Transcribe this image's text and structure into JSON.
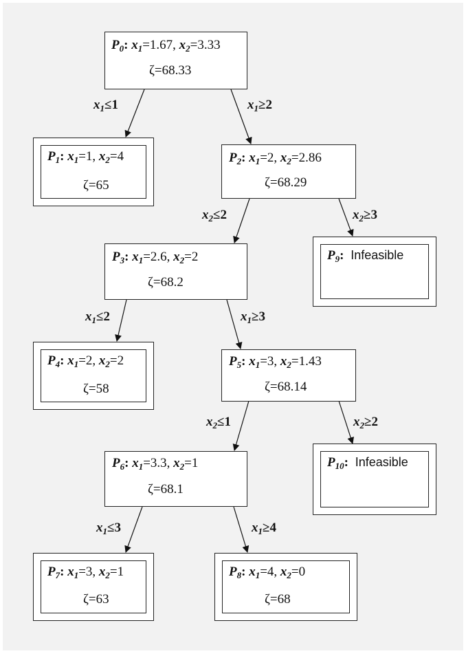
{
  "nodes": {
    "p0": {
      "name": "P",
      "idx": "0",
      "x1": "1.67",
      "x2": "3.33",
      "z": "68.33"
    },
    "p1": {
      "name": "P",
      "idx": "1",
      "x1": "1",
      "x2": "4",
      "z": "65"
    },
    "p2": {
      "name": "P",
      "idx": "2",
      "x1": "2",
      "x2": "2.86",
      "z": "68.29"
    },
    "p3": {
      "name": "P",
      "idx": "3",
      "x1": "2.6",
      "x2": "2",
      "z": "68.2"
    },
    "p4": {
      "name": "P",
      "idx": "4",
      "x1": "2",
      "x2": "2",
      "z": "58"
    },
    "p5": {
      "name": "P",
      "idx": "5",
      "x1": "3",
      "x2": "1.43",
      "z": "68.14"
    },
    "p6": {
      "name": "P",
      "idx": "6",
      "x1": "3.3",
      "x2": "1",
      "z": "68.1"
    },
    "p7": {
      "name": "P",
      "idx": "7",
      "x1": "3",
      "x2": "1",
      "z": "63"
    },
    "p8": {
      "name": "P",
      "idx": "8",
      "x1": "4",
      "x2": "0",
      "z": "68"
    },
    "p9": {
      "name": "P",
      "idx": "9",
      "text": "Infeasible"
    },
    "p10": {
      "name": "P",
      "idx": "10",
      "text": "Infeasible"
    }
  },
  "labels": {
    "var": "x",
    "one": "1",
    "two": "2",
    "colon": ":",
    "eq": "=",
    "comma": ",",
    "zeta": "ζ=",
    "le": "≤",
    "ge": "≥"
  },
  "edges": [
    {
      "var": "1",
      "op": "≤",
      "val": "1"
    },
    {
      "var": "1",
      "op": "≥",
      "val": "2"
    },
    {
      "var": "2",
      "op": "≤",
      "val": "2"
    },
    {
      "var": "2",
      "op": "≥",
      "val": "3"
    },
    {
      "var": "1",
      "op": "≤",
      "val": "2"
    },
    {
      "var": "1",
      "op": "≥",
      "val": "3"
    },
    {
      "var": "2",
      "op": "≤",
      "val": "1"
    },
    {
      "var": "2",
      "op": "≥",
      "val": "2"
    },
    {
      "var": "1",
      "op": "≤",
      "val": "3"
    },
    {
      "var": "1",
      "op": "≥",
      "val": "4"
    }
  ]
}
